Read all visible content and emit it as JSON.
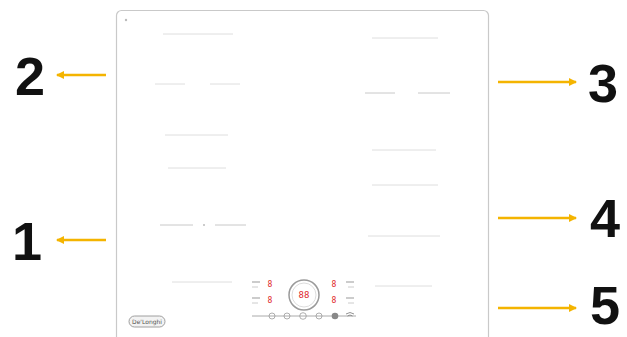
{
  "diagram": {
    "labels": [
      "2",
      "3",
      "1",
      "4",
      "5",
      "8",
      "8",
      "88",
      "8",
      "8",
      "De'Longhi"
    ]
  }
}
